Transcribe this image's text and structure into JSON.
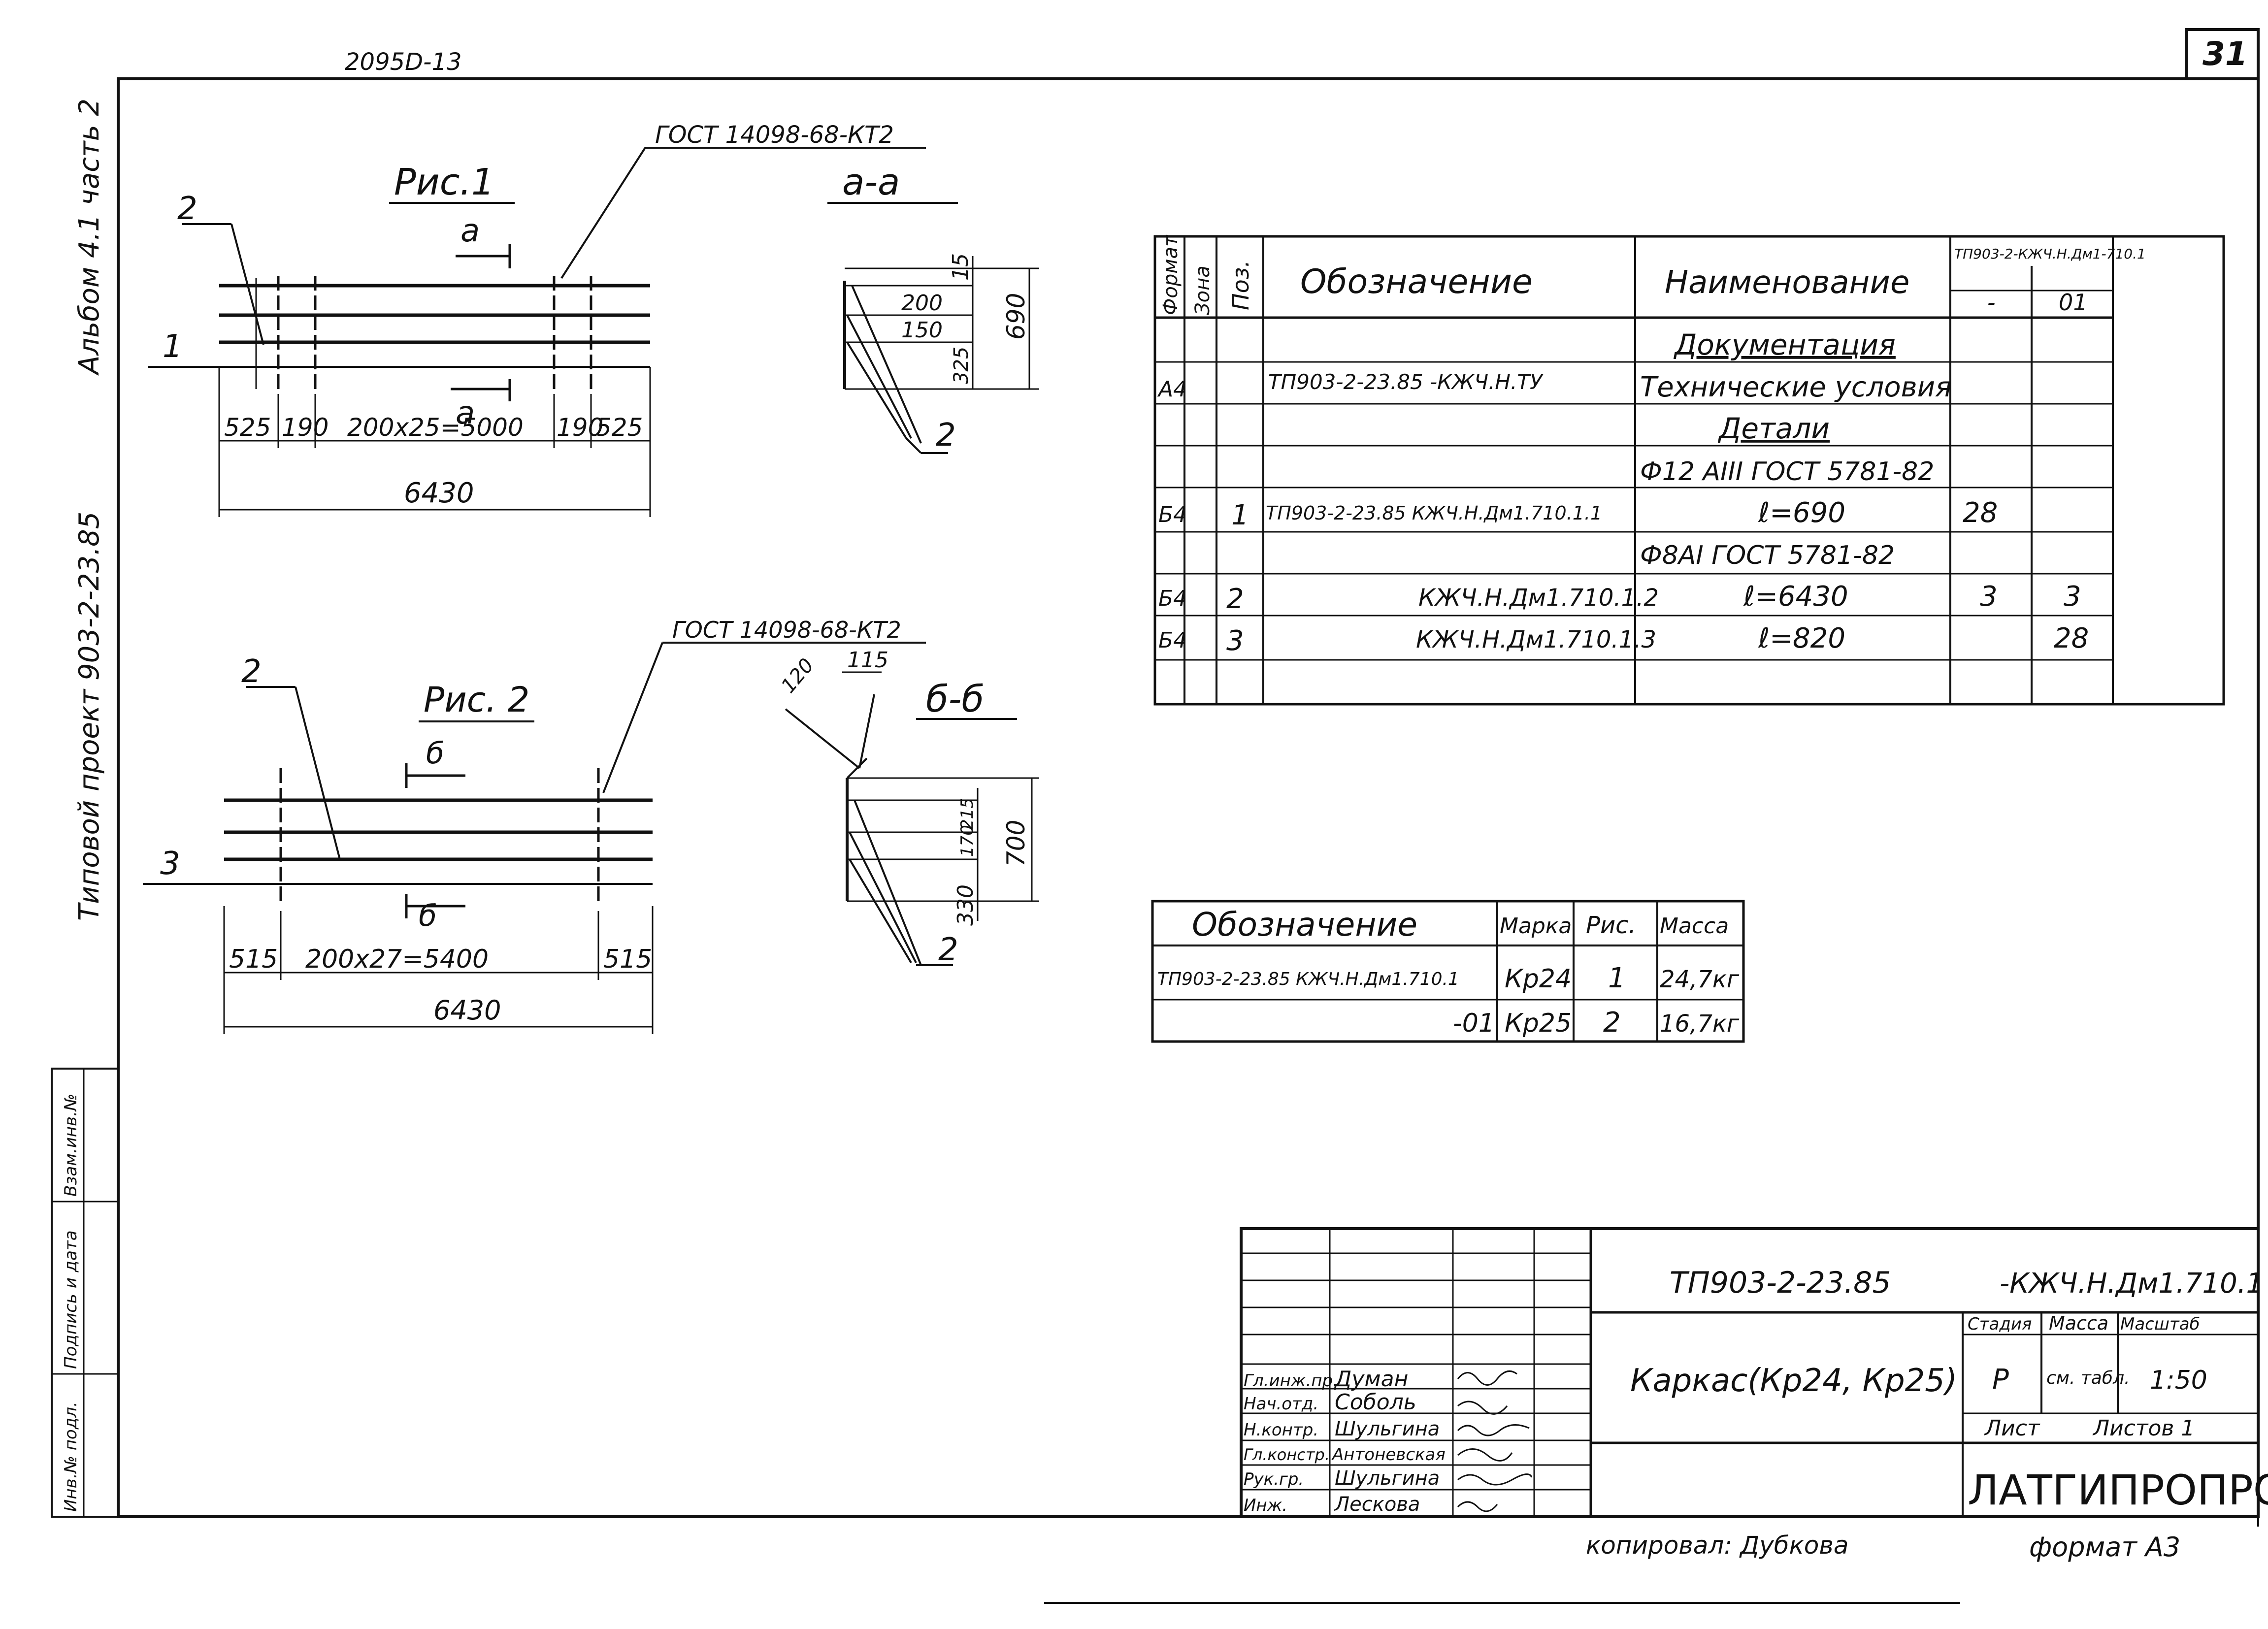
{
  "sheet": {
    "top_code": "2095D-13",
    "page_number": "31",
    "side_album": "Альбом 4.1 часть 2",
    "side_project": "Типовой проект 903-2-23.85",
    "stamp_left_labels": [
      "Взам.инв.№",
      "Подпись и дата",
      "Инв.№ подл."
    ],
    "copied_by": "копировал: Дубкова",
    "format": "формат А3"
  },
  "fig1": {
    "title": "Рис.1",
    "gost": "ГОСТ 14098-68-КТ2",
    "section_mark": "а",
    "section_title": "а-а",
    "pos_left_top": "2",
    "pos_left": "1",
    "pos_section": "2",
    "dims": [
      "525",
      "190",
      "200x25=5000",
      "190",
      "525"
    ],
    "total": "6430",
    "section_dims": [
      "15",
      "200",
      "150",
      "325",
      "690"
    ]
  },
  "fig2": {
    "title": "Рис. 2",
    "gost": "ГОСТ 14098-68-КТ2",
    "section_mark": "б",
    "section_title": "б-б",
    "pos_left_top": "2",
    "pos_left": "3",
    "pos_section": "2",
    "dims": [
      "515",
      "200x27=5400",
      "515"
    ],
    "total": "6430",
    "section_dims": [
      "120",
      "115",
      "215",
      "170",
      "330",
      "700"
    ]
  },
  "spec_table": {
    "headers": [
      "Формат",
      "Зона",
      "Поз.",
      "Обозначение",
      "Наименование",
      "ТП903-2-КЖЧ.Н.Дм1-710.1",
      "-",
      "01"
    ],
    "rows": [
      {
        "format": "",
        "zone": "",
        "pos": "",
        "designation": "",
        "name": "Документация",
        "q0": "",
        "q1": ""
      },
      {
        "format": "А4",
        "zone": "",
        "pos": "",
        "designation": "ТП903-2-23.85 -КЖЧ.Н.ТУ",
        "name": "Технические условия",
        "q0": "",
        "q1": ""
      },
      {
        "format": "",
        "zone": "",
        "pos": "",
        "designation": "",
        "name": "Детали",
        "q0": "",
        "q1": ""
      },
      {
        "format": "",
        "zone": "",
        "pos": "",
        "designation": "",
        "name": "Ф12 АIII ГОСТ 5781-82",
        "q0": "",
        "q1": ""
      },
      {
        "format": "Б4",
        "zone": "",
        "pos": "1",
        "designation": "ТП903-2-23.85 КЖЧ.Н.Дм1.710.1.1",
        "name": "ℓ=690",
        "q0": "28",
        "q1": ""
      },
      {
        "format": "",
        "zone": "",
        "pos": "",
        "designation": "",
        "name": "Ф8АI ГОСТ 5781-82",
        "q0": "",
        "q1": ""
      },
      {
        "format": "Б4",
        "zone": "",
        "pos": "2",
        "designation": "КЖЧ.Н.Дм1.710.1.2",
        "name": "ℓ=6430",
        "q0": "3",
        "q1": "3"
      },
      {
        "format": "Б4",
        "zone": "",
        "pos": "3",
        "designation": "КЖЧ.Н.Дм1.710.1.3",
        "name": "ℓ=820",
        "q0": "",
        "q1": "28"
      },
      {
        "format": "",
        "zone": "",
        "pos": "",
        "designation": "",
        "name": "",
        "q0": "",
        "q1": ""
      }
    ]
  },
  "mark_table": {
    "headers": [
      "Обозначение",
      "Марка",
      "Рис.",
      "Масса"
    ],
    "rows": [
      {
        "designation": "ТП903-2-23.85 КЖЧ.Н.Дм1.710.1",
        "mark": "Кр24",
        "fig": "1",
        "mass": "24,7кг"
      },
      {
        "designation": "-01",
        "mark": "Кр25",
        "fig": "2",
        "mass": "16,7кг"
      }
    ]
  },
  "title_block": {
    "code_left": "ТП903-2-23.85",
    "code_right": "-КЖЧ.Н.Дм1.710.1",
    "object_title": "Каркас(Кр24, Кр25)",
    "col_headers": [
      "Стадия",
      "Масса",
      "Масштаб"
    ],
    "stage": "Р",
    "mass": "см. табл.",
    "scale": "1:50",
    "sheet_label": "Лист",
    "sheets_label": "Листов 1",
    "organization": "ЛАТГИПРОПРОМ",
    "roles": [
      {
        "role": "Гл.инж.пр.",
        "name": "Думан"
      },
      {
        "role": "Нач.отд.",
        "name": "Соболь"
      },
      {
        "role": "Н.контр.",
        "name": "Шульгина"
      },
      {
        "role": "Гл.констр.",
        "name": "Антоневская"
      },
      {
        "role": "Рук.гр.",
        "name": "Шульгина"
      },
      {
        "role": "Инж.",
        "name": "Лескова"
      }
    ]
  }
}
